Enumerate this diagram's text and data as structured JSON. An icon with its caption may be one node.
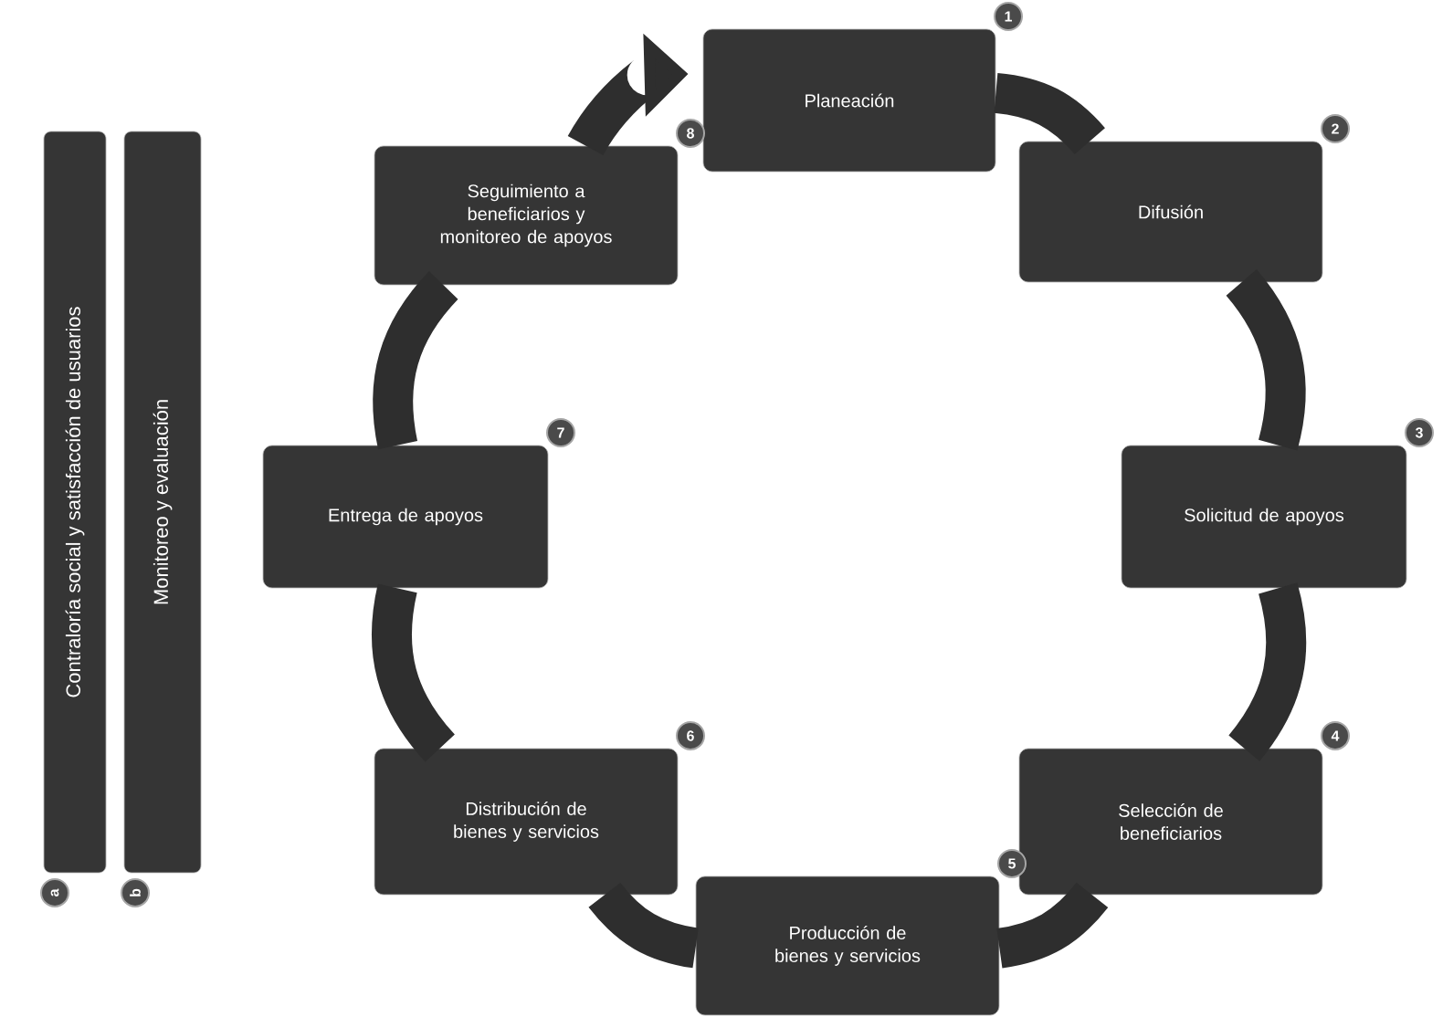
{
  "diagram": {
    "nodes": [
      {
        "text": [
          "Contraloría social y satisfacción de usuarios"
        ],
        "beside": [
          "a"
        ]
      },
      {
        "text": [
          "Monitoreo y evaluación"
        ],
        "beside": [
          "b"
        ]
      },
      {
        "text": [
          "Planeación"
        ],
        "beside": [
          "1"
        ]
      },
      {
        "text": [
          "Difusión"
        ],
        "beside": [
          "2"
        ]
      },
      {
        "text": [
          "Solicitud de apoyos"
        ],
        "beside": [
          "3"
        ]
      },
      {
        "text": [
          "Selección de beneficiarios"
        ],
        "beside": [
          "4"
        ]
      },
      {
        "text": [
          "Producción de bienes y servicios"
        ],
        "beside": [
          "5"
        ]
      },
      {
        "text": [
          "Distribución de bienes y servicios"
        ],
        "beside": [
          "6"
        ]
      },
      {
        "text": [
          "Entrega de apoyos"
        ],
        "beside": [
          "7"
        ]
      },
      {
        "text": [
          "Seguimiento a beneficiarios y monitoreo de apoyos"
        ],
        "beside": [
          "8"
        ]
      }
    ],
    "edges": [
      {
        "from": 2,
        "to": 3,
        "arrow": "none"
      },
      {
        "from": 3,
        "to": 4,
        "arrow": "none"
      },
      {
        "from": 4,
        "to": 5,
        "arrow": "none"
      },
      {
        "from": 5,
        "to": 6,
        "arrow": "none"
      },
      {
        "from": 6,
        "to": 7,
        "arrow": "none"
      },
      {
        "from": 7,
        "to": 8,
        "arrow": "none"
      },
      {
        "from": 8,
        "to": 9,
        "arrow": "none"
      },
      {
        "from": 9,
        "to": 2,
        "arrow": "to"
      }
    ]
  }
}
